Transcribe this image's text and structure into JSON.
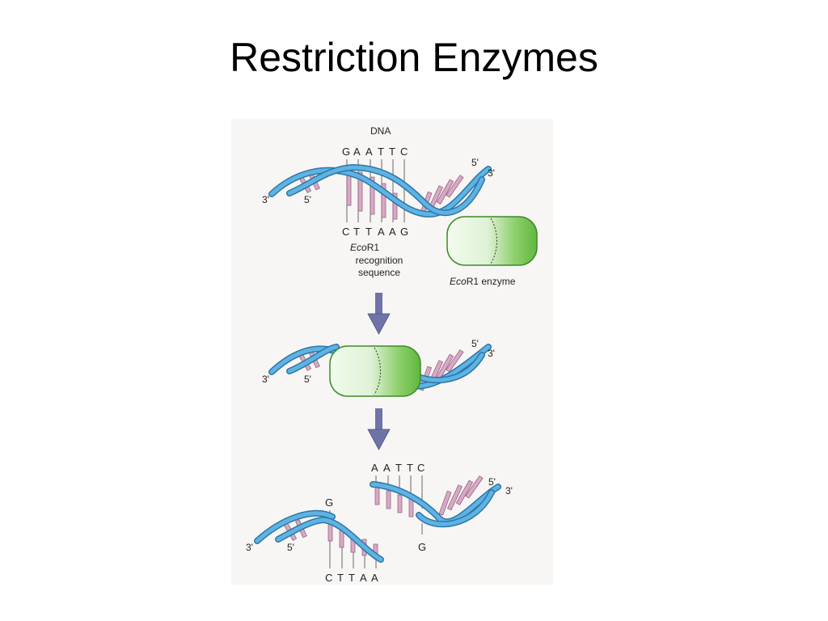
{
  "slide": {
    "title": "Restriction Enzymes"
  },
  "figure": {
    "dna_label": "DNA",
    "recognition_top": [
      "G",
      "A",
      "A",
      "T",
      "T",
      "C"
    ],
    "recognition_bottom": [
      "C",
      "T",
      "T",
      "A",
      "A",
      "G"
    ],
    "five_prime": "5'",
    "three_prime": "3'",
    "recognition_caption": {
      "prefix": "Eco",
      "suffix": "R1",
      "line2": "recognition",
      "line3": "sequence"
    },
    "enzyme_caption": {
      "prefix": "Eco",
      "suffix": "R1 enzyme"
    },
    "cut_right_top": [
      "A",
      "A",
      "T",
      "T",
      "C"
    ],
    "cut_right_bottom": "G",
    "cut_left_top": "G",
    "cut_left_bottom": [
      "C",
      "T",
      "T",
      "A",
      "A"
    ],
    "colors": {
      "backbone": "#4aa3d6",
      "backbone_edge": "#2d77a8",
      "base_pair": "#d9a8c4",
      "enzyme": "#6cc24a",
      "arrow": "#7073a8"
    }
  }
}
